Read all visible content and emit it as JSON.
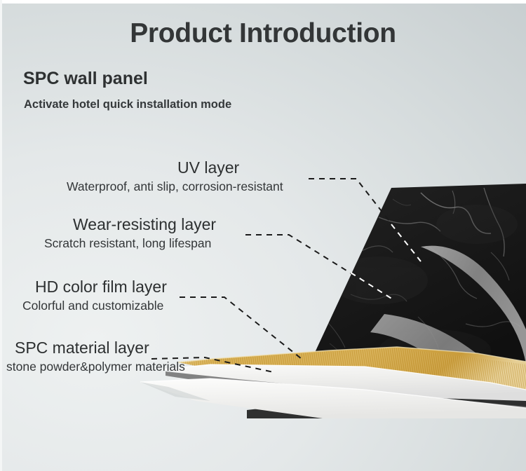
{
  "header": {
    "title": "Product Introduction",
    "product_name": "SPC wall panel",
    "tagline": "Activate hotel quick installation mode"
  },
  "layers": [
    {
      "id": "uv-layer",
      "name": "UV layer",
      "description": "Waterproof, anti slip, corrosion-resistant"
    },
    {
      "id": "wear-resisting-layer",
      "name": "Wear-resisting layer",
      "description": "Scratch resistant, long lifespan"
    },
    {
      "id": "hd-color-film-layer",
      "name": "HD color film layer",
      "description": "Colorful and customizable"
    },
    {
      "id": "spc-material-layer",
      "name": "SPC material layer",
      "description": "stone powder&polymer materials"
    }
  ],
  "colors": {
    "background_light": "#eef1f1",
    "background_dark": "#c6cdcf",
    "title_text": "#333637",
    "body_text": "#2d3031",
    "marble_black": "#1d1d1d",
    "marble_vein": "#8d8d8d",
    "swoosh_gray": "#9b9b9b",
    "gold_layer": "#d2a84a",
    "white_layer": "#f2f2f0",
    "leader_line": "#1a1a1a",
    "leader_line_over_dark": "#ffffff"
  },
  "product_image": {
    "alt": "SPC wall panel cutaway showing stacked layers",
    "top_panel": "black marble pattern",
    "mid_layer": "gold wood-grain core",
    "base_layers": "white backing sheets"
  }
}
